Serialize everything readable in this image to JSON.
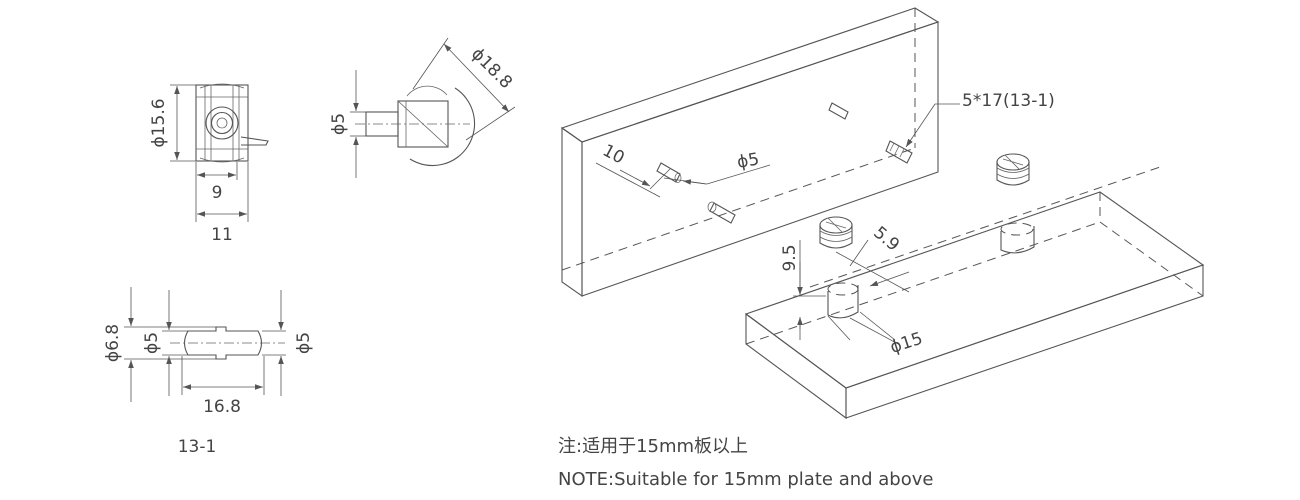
{
  "front_view": {
    "dia": "ϕ15.6",
    "width_inner": "9",
    "width_outer": "11"
  },
  "side_view": {
    "dia_cam": "ϕ18.8",
    "dia_pin": "ϕ5"
  },
  "pin_view": {
    "dia_collar": "ϕ6.8",
    "dia_shank": "ϕ5",
    "dia_tip": "ϕ5",
    "length": "16.8",
    "part_no": "13-1"
  },
  "assembly": {
    "edge_dist": "10",
    "hole_dia": "ϕ5",
    "pin_callout": "5*17(13-1)",
    "depth": "9.5",
    "offset": "5.9",
    "cam_hole_dia": "ϕ15"
  },
  "notes": {
    "zh": "注:适用于15mm板以上",
    "en": "NOTE:Suitable for 15mm plate and above"
  }
}
